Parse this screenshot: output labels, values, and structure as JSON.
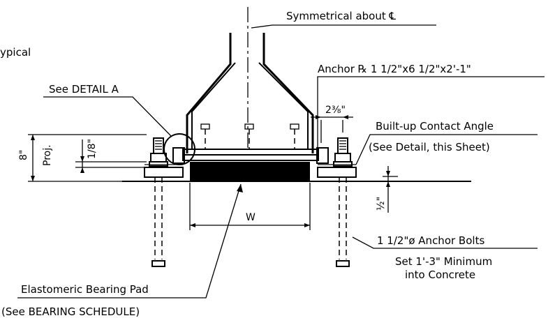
{
  "labels": {
    "symmetrical": "Symmetrical about ℄",
    "typical": "ypical",
    "see_detail_a": "See DETAIL A",
    "anchor_plate": "Anchor ℞ 1 1/2\"x6 1/2\"x2'-1\"",
    "built_up_angle": "Built-up Contact Angle",
    "see_detail_sheet": "(See Detail, this Sheet)",
    "anchor_bolts": "1 1/2\"ø Anchor Bolts",
    "set_minimum": "Set 1'-3\" Minimum",
    "into_concrete": "into Concrete",
    "bearing_pad": "Elastomeric Bearing Pad",
    "bearing_schedule": "(See BEARING SCHEDULE)"
  },
  "dimensions": {
    "eight_inch": "8\"",
    "proj": "Proj.",
    "one_eighth": "1/8\"",
    "two_three_eighths": "2⅜\"",
    "half_inch": "½\"",
    "width": "W"
  }
}
